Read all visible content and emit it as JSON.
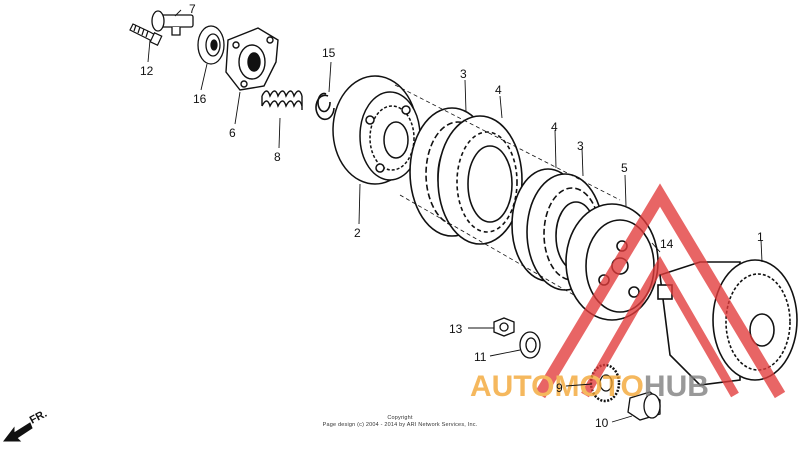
{
  "diagram": {
    "part_labels": {
      "p1": "1",
      "p2": "2",
      "p3a": "3",
      "p3b": "3",
      "p4a": "4",
      "p4b": "4",
      "p5": "5",
      "p6": "6",
      "p7": "7",
      "p8": "8",
      "p9": "9",
      "p10": "10",
      "p11": "11",
      "p12": "12",
      "p13": "13",
      "p14": "14",
      "p15": "15",
      "p16": "16"
    },
    "direction_label": "FR.",
    "copyright_line1": "Copyright",
    "copyright_line2": "Page design (c) 2004 - 2014 by ARI Network Services, Inc."
  },
  "watermark": {
    "brand_part1": "AUTO",
    "brand_part2": "MOTO",
    "brand_part3": "HUB",
    "colors": {
      "red": "#e23b3b",
      "orange": "#f3a531",
      "gray": "#7d7d7d"
    }
  }
}
